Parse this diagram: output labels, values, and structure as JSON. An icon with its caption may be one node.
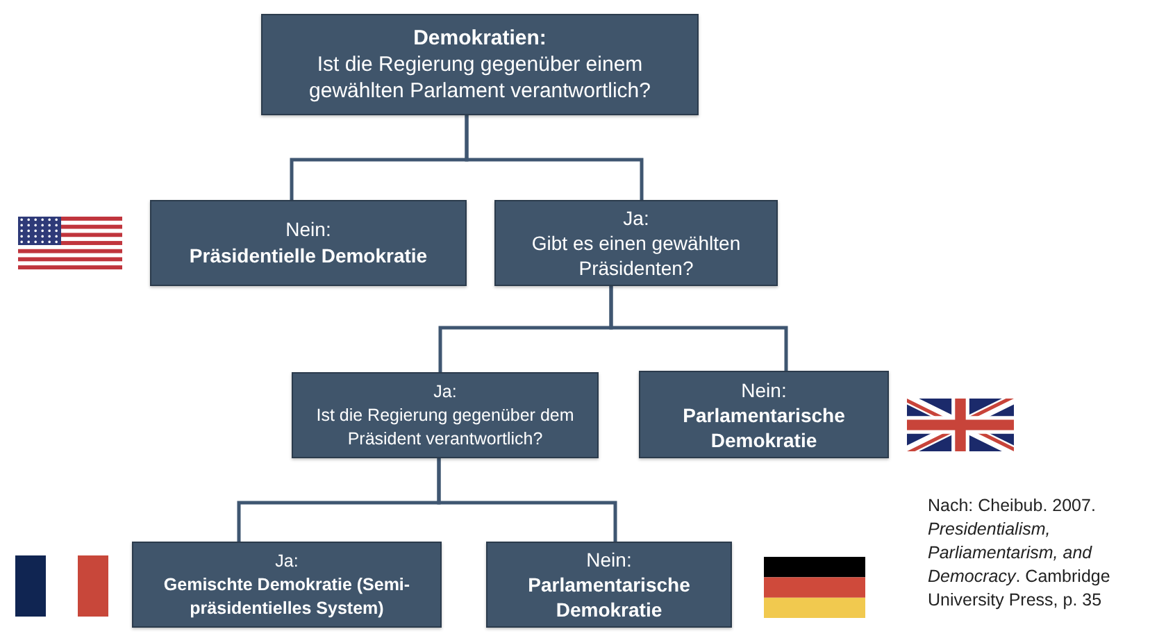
{
  "diagram": {
    "nodes": [
      {
        "text": [
          "Demokratien:",
          "Ist die Regierung gegenüber einem gewählten Parlament verantwortlich?"
        ]
      },
      {
        "text": [
          "Nein:",
          "Präsidentielle Demokratie"
        ]
      },
      {
        "text": [
          "Ja:",
          "Gibt es einen gewählten Präsidenten?"
        ]
      },
      {
        "text": [
          "Ja:",
          "Ist die Regierung gegenüber dem Präsident verantwortlich?"
        ]
      },
      {
        "text": [
          "Nein:",
          "Parlamentarische Demokratie"
        ]
      },
      {
        "text": [
          "Ja:",
          "Gemischte Demokratie (Semi-präsidentielles System)"
        ]
      },
      {
        "text": [
          "Nein:",
          "Parlamentarische Demokratie"
        ]
      }
    ],
    "edges": [
      {
        "from": 0,
        "to": 1,
        "arrow": "none"
      },
      {
        "from": 0,
        "to": 2,
        "arrow": "none"
      },
      {
        "from": 2,
        "to": 3,
        "arrow": "none"
      },
      {
        "from": 2,
        "to": 4,
        "arrow": "none"
      },
      {
        "from": 3,
        "to": 5,
        "arrow": "none"
      },
      {
        "from": 3,
        "to": 6,
        "arrow": "none"
      }
    ],
    "labels": [
      "Nach: Cheibub. 2007. *Presidentialism, Parliamentarism, and Democracy*. Cambridge University Press, p. 35"
    ]
  }
}
